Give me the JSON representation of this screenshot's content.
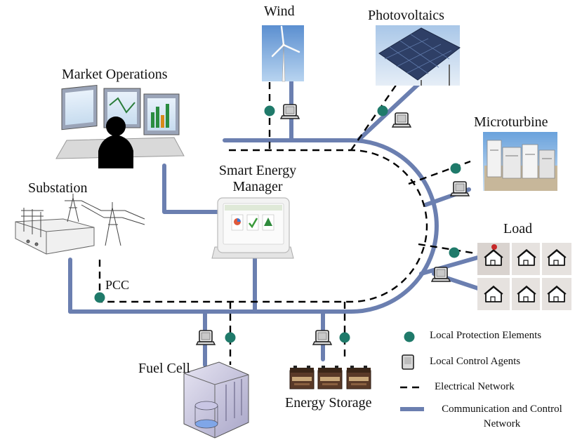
{
  "labels": {
    "wind": "Wind",
    "photovoltaics": "Photovoltaics",
    "market_operations": "Market Operations",
    "microturbine": "Microturbine",
    "smart_energy_manager_line1": "Smart Energy",
    "smart_energy_manager_line2": "Manager",
    "substation": "Substation",
    "load": "Load",
    "pcc": "PCC",
    "fuel_cell": "Fuel Cell",
    "energy_storage": "Energy Storage"
  },
  "legend": {
    "protection": "Local Protection  Elements",
    "control_agents": "Local Control Agents",
    "electrical": "Electrical Network",
    "communication_line1": "Communication and Control",
    "communication_line2": "Network"
  },
  "colors": {
    "communication_line": "#6b7fb0",
    "protection_element": "#1f7a6a",
    "electrical_line": "#000000"
  },
  "icons": [
    "wind-turbine-icon",
    "solar-panel-icon",
    "monitor-operator-icon",
    "microturbine-icon",
    "tablet-icon",
    "substation-icon",
    "house-icon",
    "fuel-cell-icon",
    "battery-icon",
    "computer-agent-icon",
    "protection-node-icon"
  ]
}
